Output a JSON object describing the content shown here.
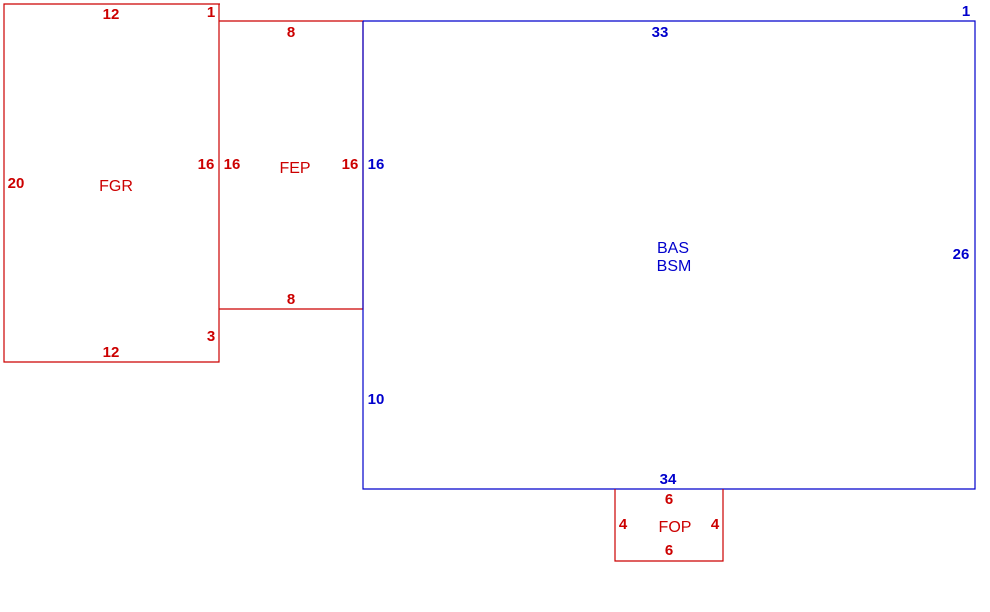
{
  "colors": {
    "main": "#0000cc",
    "addition": "#cc0000",
    "background": "#ffffff"
  },
  "areas": {
    "fgr": {
      "code": "FGR",
      "dims": {
        "top": "12",
        "left": "20",
        "right": "16",
        "bottom": "12",
        "corner_top": "1",
        "corner_bottom": "3"
      }
    },
    "fep": {
      "code": "FEP",
      "dims": {
        "top": "8",
        "left": "16",
        "right": "16",
        "bottom": "8"
      }
    },
    "bas": {
      "code_1": "BAS",
      "code_2": "BSM",
      "dims": {
        "top": "33",
        "corner_top": "1",
        "right": "26",
        "bottom": "34",
        "left_upper": "16",
        "left_lower": "10"
      }
    },
    "fop": {
      "code": "FOP",
      "dims": {
        "top": "6",
        "left": "4",
        "right": "4",
        "bottom": "6"
      }
    }
  }
}
